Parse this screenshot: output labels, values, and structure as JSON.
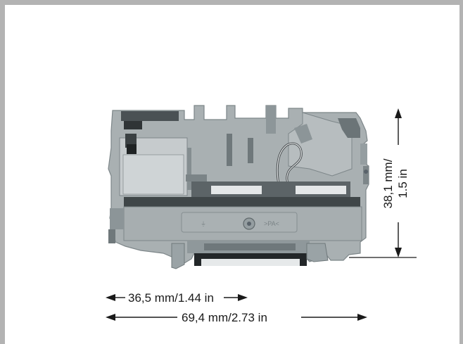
{
  "figure": {
    "height_label_line1": "38,1 mm/",
    "height_label_line2": "1.5 in",
    "inner_width_label": "36,5 mm/1.44 in",
    "total_width_label": "69,4 mm/2.73 in",
    "housing_marking": ">PA<"
  },
  "colors": {
    "frame": "#b3b3b3",
    "housing": "#a9b0b2",
    "housing_dark": "#737b7e",
    "housing_light": "#c4c9cb",
    "line": "#1a1a1a"
  }
}
